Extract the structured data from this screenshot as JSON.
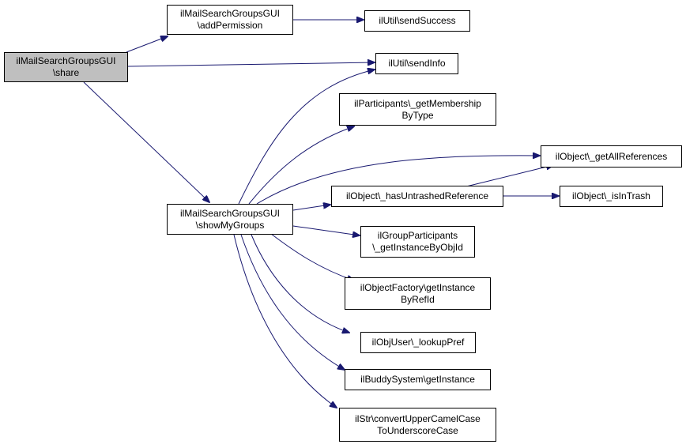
{
  "diagram": {
    "edge_color": "#191970",
    "root_fill": "#bfbfbf",
    "nodes": {
      "share": {
        "line1": "ilMailSearchGroupsGUI",
        "line2": "\\share"
      },
      "add_permission": {
        "line1": "ilMailSearchGroupsGUI",
        "line2": "\\addPermission"
      },
      "send_success": {
        "line1": "ilUtil\\sendSuccess"
      },
      "send_info": {
        "line1": "ilUtil\\sendInfo"
      },
      "get_membership": {
        "line1": "ilParticipants\\_getMembership",
        "line2": "ByType"
      },
      "get_all_references": {
        "line1": "ilObject\\_getAllReferences"
      },
      "show_my_groups": {
        "line1": "ilMailSearchGroupsGUI",
        "line2": "\\showMyGroups"
      },
      "has_untrashed": {
        "line1": "ilObject\\_hasUntrashedReference"
      },
      "is_in_trash": {
        "line1": "ilObject\\_isInTrash"
      },
      "group_participants": {
        "line1": "ilGroupParticipants",
        "line2": "\\_getInstanceByObjId"
      },
      "object_factory": {
        "line1": "ilObjectFactory\\getInstance",
        "line2": "ByRefId"
      },
      "lookup_pref": {
        "line1": "ilObjUser\\_lookupPref"
      },
      "buddy_system": {
        "line1": "ilBuddySystem\\getInstance"
      },
      "convert_case": {
        "line1": "ilStr\\convertUpperCamelCase",
        "line2": "ToUnderscoreCase"
      }
    }
  }
}
